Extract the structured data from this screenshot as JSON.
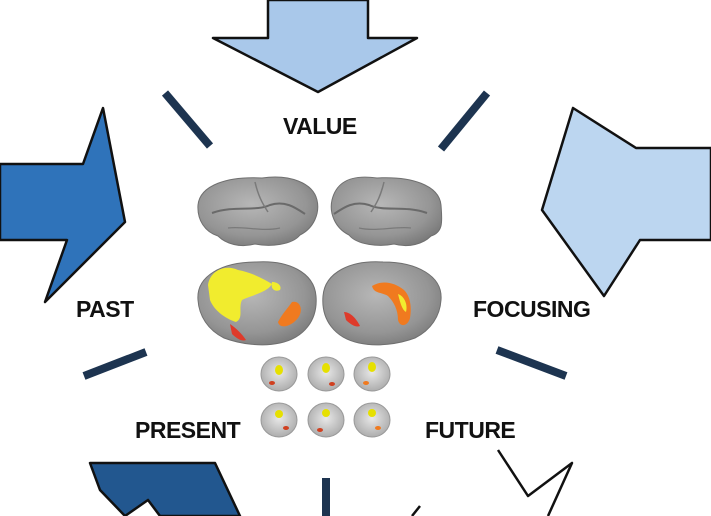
{
  "labels": {
    "value": "VALUE",
    "past": "PAST",
    "focusing": "FOCUSING",
    "present": "PRESENT",
    "future": "FUTURE"
  },
  "colors": {
    "arrow_top": "#a9c8ea",
    "arrow_left": "#2f73ba",
    "arrow_right": "#bcd6f0",
    "arrow_bottom_left": "#22578f",
    "arrow_bottom_right": "#ffffff",
    "tick": "#1d3450",
    "brain": "#8f8f8f",
    "activation_yellow": "#f1ec2e",
    "activation_orange": "#f07a1f",
    "activation_red": "#de3a2a"
  }
}
